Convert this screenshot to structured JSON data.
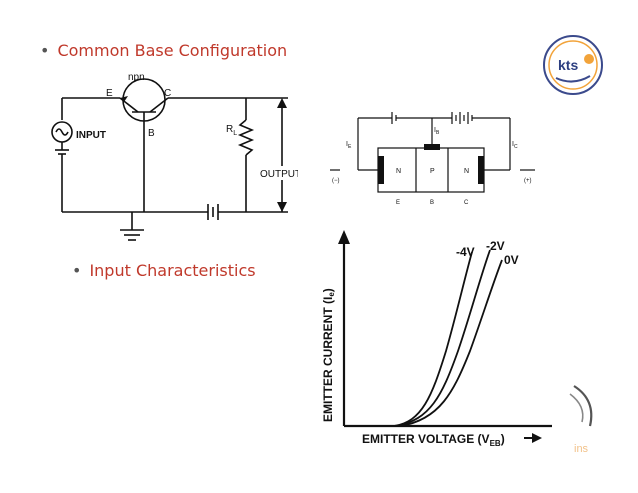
{
  "slide": {
    "title": "Common Base Configuration",
    "subtitle": "Input Characteristics"
  },
  "logo": {
    "text": "kts"
  },
  "circuit": {
    "transistor_type": "npn",
    "label_e": "E",
    "label_c": "C",
    "label_b": "B",
    "input_label": "INPUT",
    "output_label": "OUTPUT",
    "resistor_label": "R",
    "resistor_sub": "L"
  },
  "junction": {
    "ie": "I",
    "ie_sub": "E",
    "ib": "I",
    "ib_sub": "B",
    "ic": "I",
    "ic_sub": "C",
    "minus": "(−)",
    "plus": "(+)",
    "regions": [
      "N",
      "P",
      "N"
    ],
    "terminals": [
      "E",
      "B",
      "C"
    ]
  },
  "graph": {
    "ylabel": "EMITTER CURRENT (I",
    "ylabel_sub": "e",
    "ylabel_end": ")",
    "xlabel": "EMITTER VOLTAGE (V",
    "xlabel_sub": "EB",
    "xlabel_end": ")",
    "curve_labels": [
      "-4V",
      "-2V",
      "0V"
    ]
  },
  "watermark": {
    "text": "ins"
  }
}
